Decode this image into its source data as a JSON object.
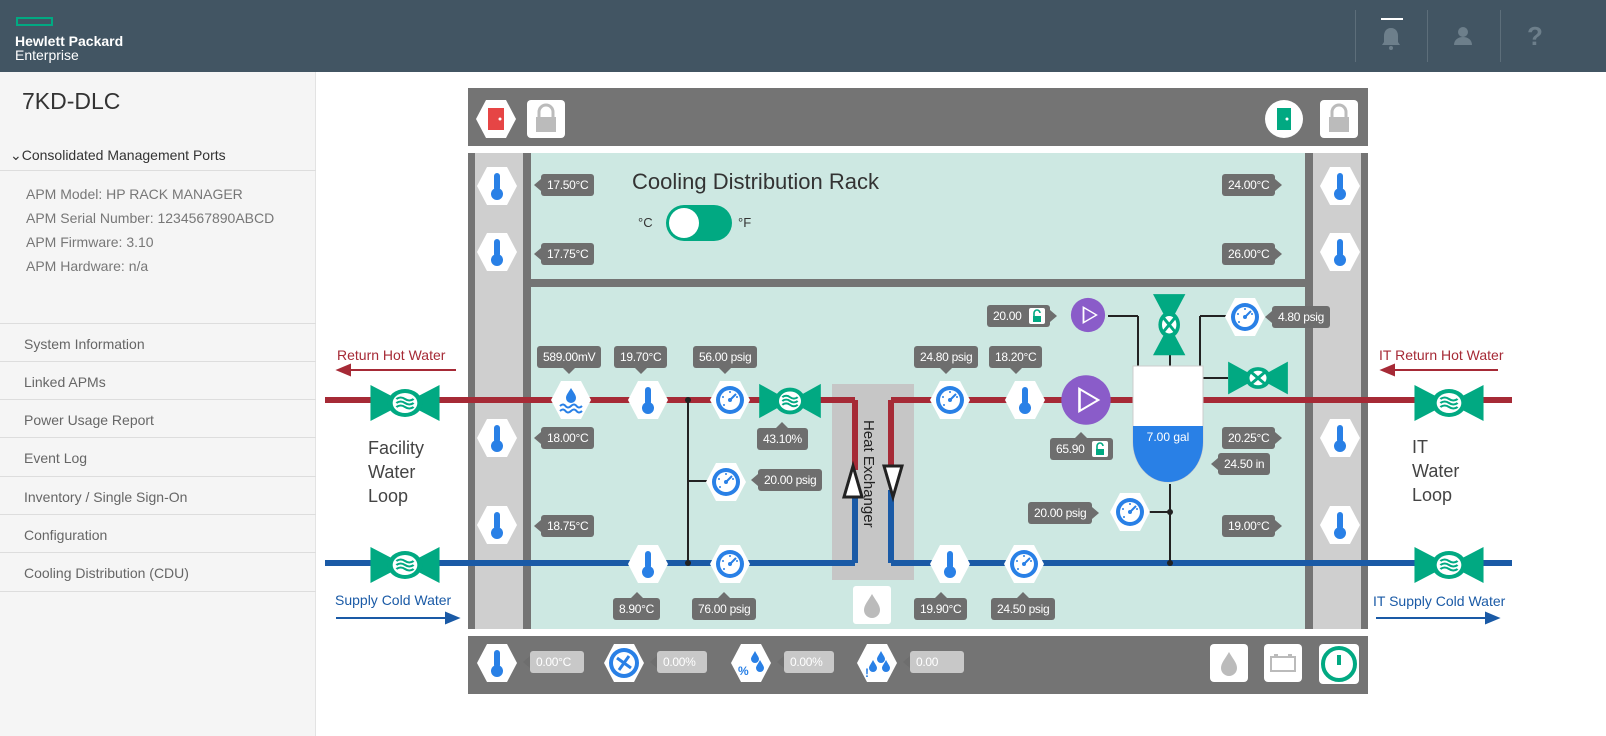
{
  "header": {
    "brand_line1": "Hewlett Packard",
    "brand_line2": "Enterprise",
    "icons": [
      "bell-icon",
      "user-icon",
      "help-icon"
    ],
    "help_glyph": "?"
  },
  "sidebar": {
    "device_name": "7KD-DLC",
    "section_title": "Consolidated Management Ports",
    "apm": {
      "model": "APM Model: HP RACK MANAGER",
      "serial": "APM Serial Number: 1234567890ABCD",
      "firmware": "APM Firmware: 3.10",
      "hardware": "APM Hardware: n/a"
    },
    "nav": [
      "System Information",
      "Linked APMs",
      "Power Usage Report",
      "Event Log",
      "Inventory / Single Sign-On",
      "Configuration",
      "Cooling Distribution (CDU)"
    ]
  },
  "rack": {
    "title": "Cooling Distribution Rack",
    "unit_c": "°C",
    "unit_f": "°F",
    "toggle_state": "celsius"
  },
  "loops": {
    "return_hot": "Return Hot Water",
    "supply_cold": "Supply Cold Water",
    "facility_1": "Facility",
    "facility_2": "Water",
    "facility_3": "Loop",
    "it_return_hot": "IT Return Hot Water",
    "it_supply_cold": "IT Supply Cold Water",
    "it_1": "IT",
    "it_2": "Water",
    "it_3": "Loop"
  },
  "heat_exchanger": "Heat Exchanger",
  "readings": {
    "left_t1": "17.50°C",
    "left_t2": "17.75°C",
    "left_t3": "18.00°C",
    "left_t4": "18.75°C",
    "right_t1": "24.00°C",
    "right_t2": "26.00°C",
    "right_t3": "20.25°C",
    "right_t4": "19.00°C",
    "leak_mv": "589.00mV",
    "fac_ret_temp": "19.70°C",
    "fac_ret_press": "56.00 psig",
    "fac_valve_pct": "43.10%",
    "fac_bypass_press": "20.00 psig",
    "fac_sup_temp": "8.90°C",
    "fac_sup_press": "76.00 psig",
    "it_ret_press": "24.80 psig",
    "it_ret_temp": "18.20°C",
    "pump1_setpoint": "20.00",
    "pump2_value": "65.90",
    "pump_out_press": "4.80 psig",
    "tank_volume": "7.00 gal",
    "tank_level": "24.50 in",
    "tank_press": "20.00 psig",
    "it_sup_temp": "19.90°C",
    "it_sup_press": "24.50 psig"
  },
  "bottom": {
    "temp": "0.00°C",
    "fan": "0.00%",
    "humidity": "0.00%",
    "leak": "0.00"
  },
  "colors": {
    "hot": "#a62a36",
    "cold": "#1a5aa6",
    "accent": "#01a982",
    "pump": "#8a5cc9",
    "gauge": "#2980e6"
  }
}
